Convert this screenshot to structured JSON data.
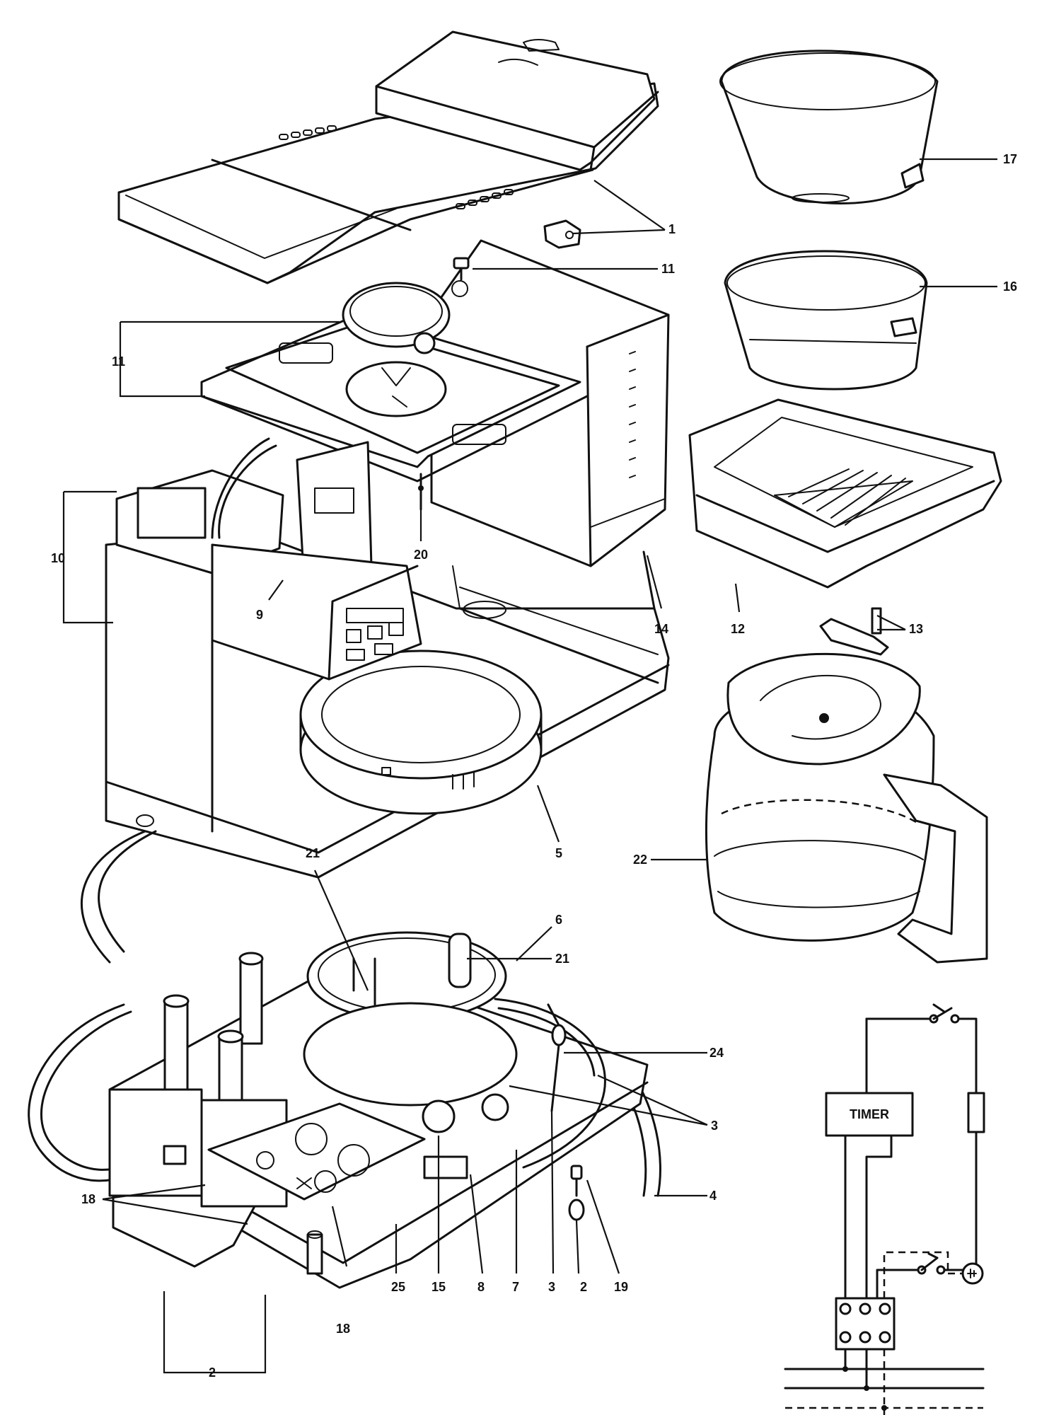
{
  "labels": {
    "p1": "1",
    "p2a": "2",
    "p2b": "2",
    "p3a": "3",
    "p3b": "3",
    "p4": "4",
    "p5": "5",
    "p6": "6",
    "p7": "7",
    "p8": "8",
    "p9": "9",
    "p10": "10",
    "p11a": "11",
    "p11b": "11",
    "p12": "12",
    "p13": "13",
    "p14": "14",
    "p15": "15",
    "p16": "16",
    "p17": "17",
    "p18a": "18",
    "p18b": "18",
    "p19": "19",
    "p20": "20",
    "p21a": "21",
    "p21b": "21",
    "p22": "22",
    "p24": "24",
    "p25": "25"
  },
  "schematic": {
    "timer_label": "TIMER"
  },
  "colors": {
    "ink": "#111111",
    "paper": "#ffffff"
  }
}
